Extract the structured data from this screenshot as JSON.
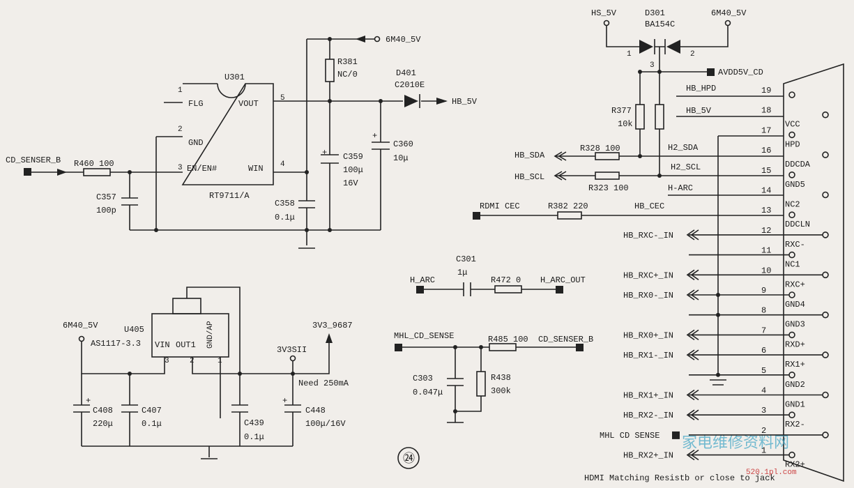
{
  "page_marker": "㉔",
  "u301": {
    "ref": "U301",
    "part": "RT9711/A",
    "pins": {
      "flg": "FLG",
      "gnd": "GND",
      "en": "EN/EN#",
      "vout": "VOUT",
      "win": "WIN"
    },
    "pinnums": {
      "p1": "1",
      "p2": "2",
      "p3": "3",
      "p4": "4",
      "p5": "5"
    },
    "cd_senser_b": "CD_SENSER_B",
    "r460": "R460 100",
    "c357": "C357",
    "c357_val": "100p",
    "c358": "C358",
    "c358_val": "0.1μ",
    "net_6m40": "6M40_5V",
    "r381": "R381",
    "r381_val": "NC/0",
    "plus": "+",
    "c359": "C359",
    "c359_val": "100μ",
    "c359_v": "16V",
    "c360": "C360",
    "c360_val": "10μ",
    "d401": "D401",
    "d401_part": "C2010E",
    "hb_5v": "HB_5V"
  },
  "u405": {
    "ref": "U405",
    "part": "AS1117-3.3",
    "vin": "VIN",
    "out1": "OUT1",
    "gndap": "GND/AP",
    "p1": "1",
    "p2": "2",
    "p3": "3",
    "net_6m40": "6M40_5V",
    "plus": "+",
    "c408": "C408",
    "c408_val": "220μ",
    "c407": "C407",
    "c407_val": "0.1μ",
    "c439": "C439",
    "c439_val": "0.1μ",
    "c448": "C448",
    "c448_val": "100μ/16V",
    "net_3v3sii": "3V3SII",
    "net_3v3_9687": "3V3_9687",
    "need": "Need 250mA"
  },
  "arc": {
    "h_arc": "H_ARC",
    "c301": "C301",
    "c301_val": "1μ",
    "r472": "R472 0",
    "h_arc_out": "H_ARC_OUT",
    "mhl": "MHL_CD_SENSE",
    "r485": "R485 100",
    "cd_senser": "CD_SENSER_B",
    "c303": "C303",
    "c303_val": "0.047μ",
    "r438": "R438",
    "r438_val": "300k"
  },
  "hdmi": {
    "hs_5v": "HS_5V",
    "d301": "D301",
    "d301_part": "BA154C",
    "net_6m40": "6M40_5V",
    "d1": "1",
    "d2": "2",
    "d3": "3",
    "avdd": "AVDD5V_CD",
    "r377": "R377",
    "r377_val": "10k",
    "hb_sda": "HB_SDA",
    "hb_scl": "HB_SCL",
    "r328": "R328 100",
    "r323": "R323 100",
    "h2_sda": "H2_SDA",
    "h2_scl": "H2_SCL",
    "h_arc": "H-ARC",
    "hb_hpd": "HB_HPD",
    "hb_5v": "HB_5V",
    "rdmi": "RDMI CEC",
    "r382": "R382 220",
    "hb_cec": "HB_CEC",
    "footer": "HDMI Matching Resistb or close to jack",
    "pins": [
      {
        "num": "19",
        "name": "",
        "net": ""
      },
      {
        "num": "18",
        "name": "VCC",
        "net": ""
      },
      {
        "num": "17",
        "name": "HPD",
        "net": ""
      },
      {
        "num": "16",
        "name": "DDCDA",
        "net": ""
      },
      {
        "num": "15",
        "name": "GND5",
        "net": ""
      },
      {
        "num": "14",
        "name": "NC2",
        "net": ""
      },
      {
        "num": "13",
        "name": "DDCLN",
        "net": ""
      },
      {
        "num": "12",
        "name": "RXC-",
        "net": "HB_RXC-_IN"
      },
      {
        "num": "11",
        "name": "NC1",
        "net": ""
      },
      {
        "num": "10",
        "name": "RXC+",
        "net": "HB_RXC+_IN"
      },
      {
        "num": "9",
        "name": "GND4",
        "net": "HB_RX0-_IN"
      },
      {
        "num": "8",
        "name": "GND3",
        "net": ""
      },
      {
        "num": "7",
        "name": "RXD+",
        "net": "HB_RX0+_IN"
      },
      {
        "num": "6",
        "name": "RX1+",
        "net": "HB_RX1-_IN"
      },
      {
        "num": "5",
        "name": "GND2",
        "net": ""
      },
      {
        "num": "4",
        "name": "GND1",
        "net": "HB_RX1+_IN"
      },
      {
        "num": "3",
        "name": "RX2-",
        "net": "HB_RX2-_IN"
      },
      {
        "num": "2",
        "name": "",
        "net": "MHL CD SENSE"
      },
      {
        "num": "1",
        "name": "RX2+",
        "net": "HB_RX2+_IN"
      }
    ]
  },
  "watermark": {
    "cn": "家电维修资料网",
    "url": "520.1pl.com"
  }
}
